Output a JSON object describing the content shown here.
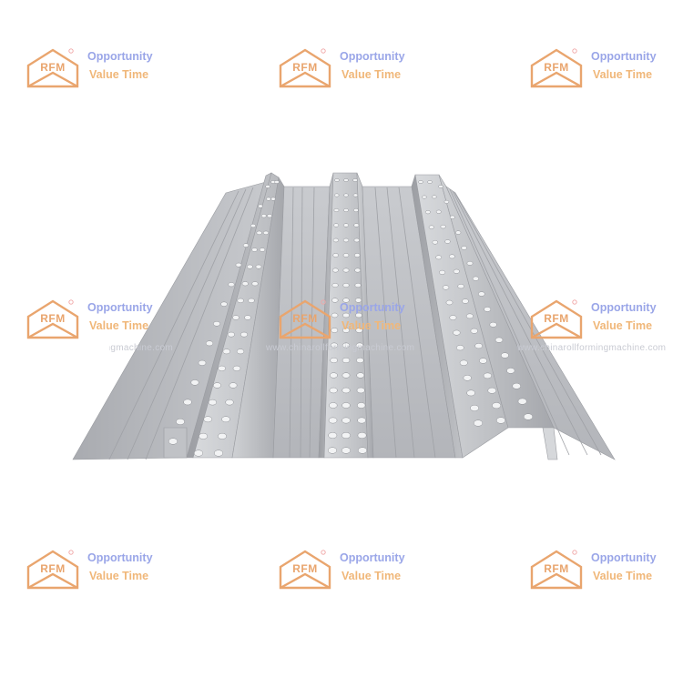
{
  "watermark": {
    "logo": "RFM",
    "registered": "®",
    "line1": "Opportunity",
    "line2": "Value Time",
    "url": "www.chinarollformingmachine.com",
    "colors": {
      "logo": "#e9a56e",
      "line1": "#9aa6e8",
      "line2": "#f0b779"
    }
  },
  "product": {
    "image": "perforated-metal-floor-deck-panel",
    "color": "#b4b6bb"
  }
}
